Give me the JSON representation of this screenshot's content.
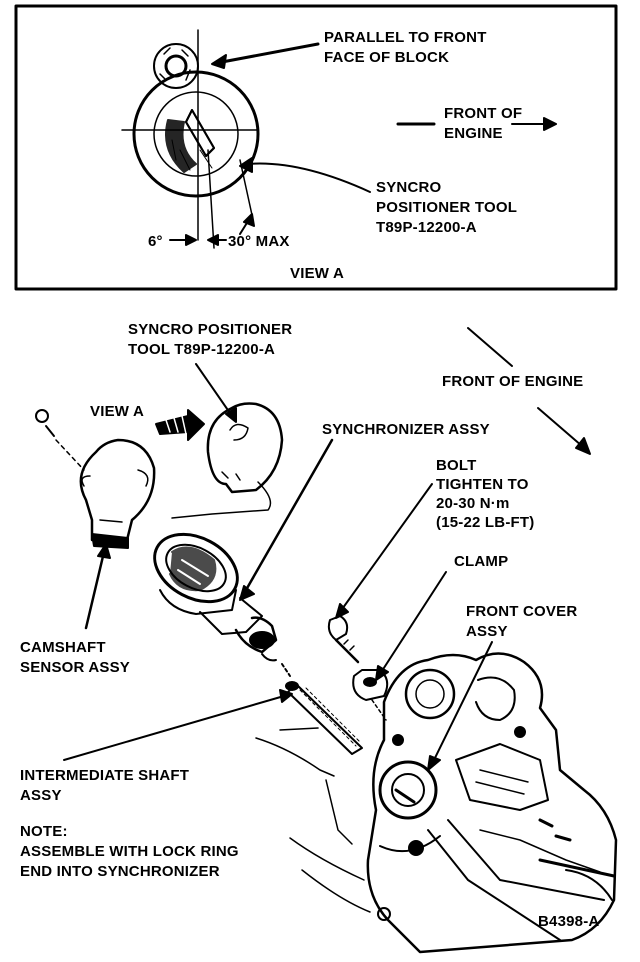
{
  "view_a": {
    "label": "VIEW A",
    "parallel_note": [
      "PARALLEL TO FRONT",
      "FACE OF BLOCK"
    ],
    "front_of_engine": [
      "FRONT OF",
      "ENGINE"
    ],
    "tool_label": [
      "SYNCRO",
      "POSITIONER TOOL",
      "T89P-12200-A"
    ],
    "angle_left": "6°",
    "angle_right": "30° MAX"
  },
  "main": {
    "tool_label": [
      "SYNCRO POSITIONER",
      "TOOL T89P-12200-A"
    ],
    "view_a_ref": "VIEW A",
    "front_of_engine": "FRONT OF ENGINE",
    "synchronizer": "SYNCHRONIZER ASSY",
    "bolt": [
      "BOLT",
      "TIGHTEN TO",
      "20-30 N·m",
      "(15-22 LB-FT)"
    ],
    "clamp": "CLAMP",
    "front_cover": [
      "FRONT COVER",
      "ASSY"
    ],
    "camshaft_sensor": [
      "CAMSHAFT",
      "SENSOR ASSY"
    ],
    "intermediate_shaft": [
      "INTERMEDIATE SHAFT",
      "ASSY"
    ],
    "note": [
      "NOTE:",
      "ASSEMBLE WITH LOCK RING",
      "END INTO SYNCHRONIZER"
    ],
    "figure_code": "B4398-A"
  }
}
